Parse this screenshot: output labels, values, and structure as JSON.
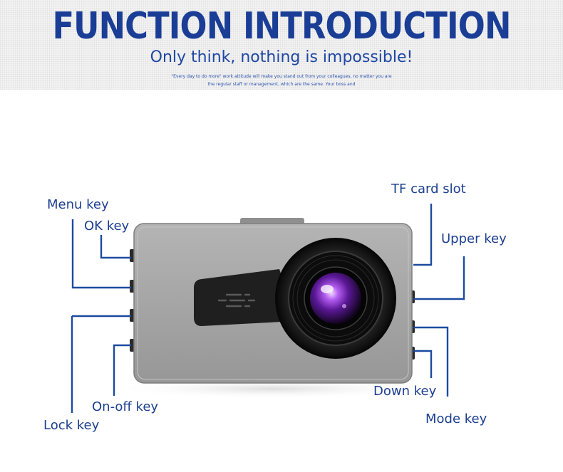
{
  "header": {
    "title": "FUNCTION INTRODUCTION",
    "subtitle": "Only think, nothing is impossible!",
    "tagline_1": "\"Every day to do more\" work attitude will make you stand out from your colleagues, no matter you are",
    "tagline_2": "the regular staff or management, which are the same. Your boss and"
  },
  "labels": {
    "menu_key": "Menu key",
    "ok_key": "OK key",
    "lock_key": "Lock key",
    "on_off_key": "On-off key",
    "tf_card_slot": "TF card slot",
    "upper_key": "Upper key",
    "down_key": "Down key",
    "mode_key": "Mode key"
  },
  "colors": {
    "title": "#1a3e96",
    "leader_line": "#1c4aa0",
    "device_body": "#a3a3a3",
    "lens_purple": "#8a2ad0"
  }
}
